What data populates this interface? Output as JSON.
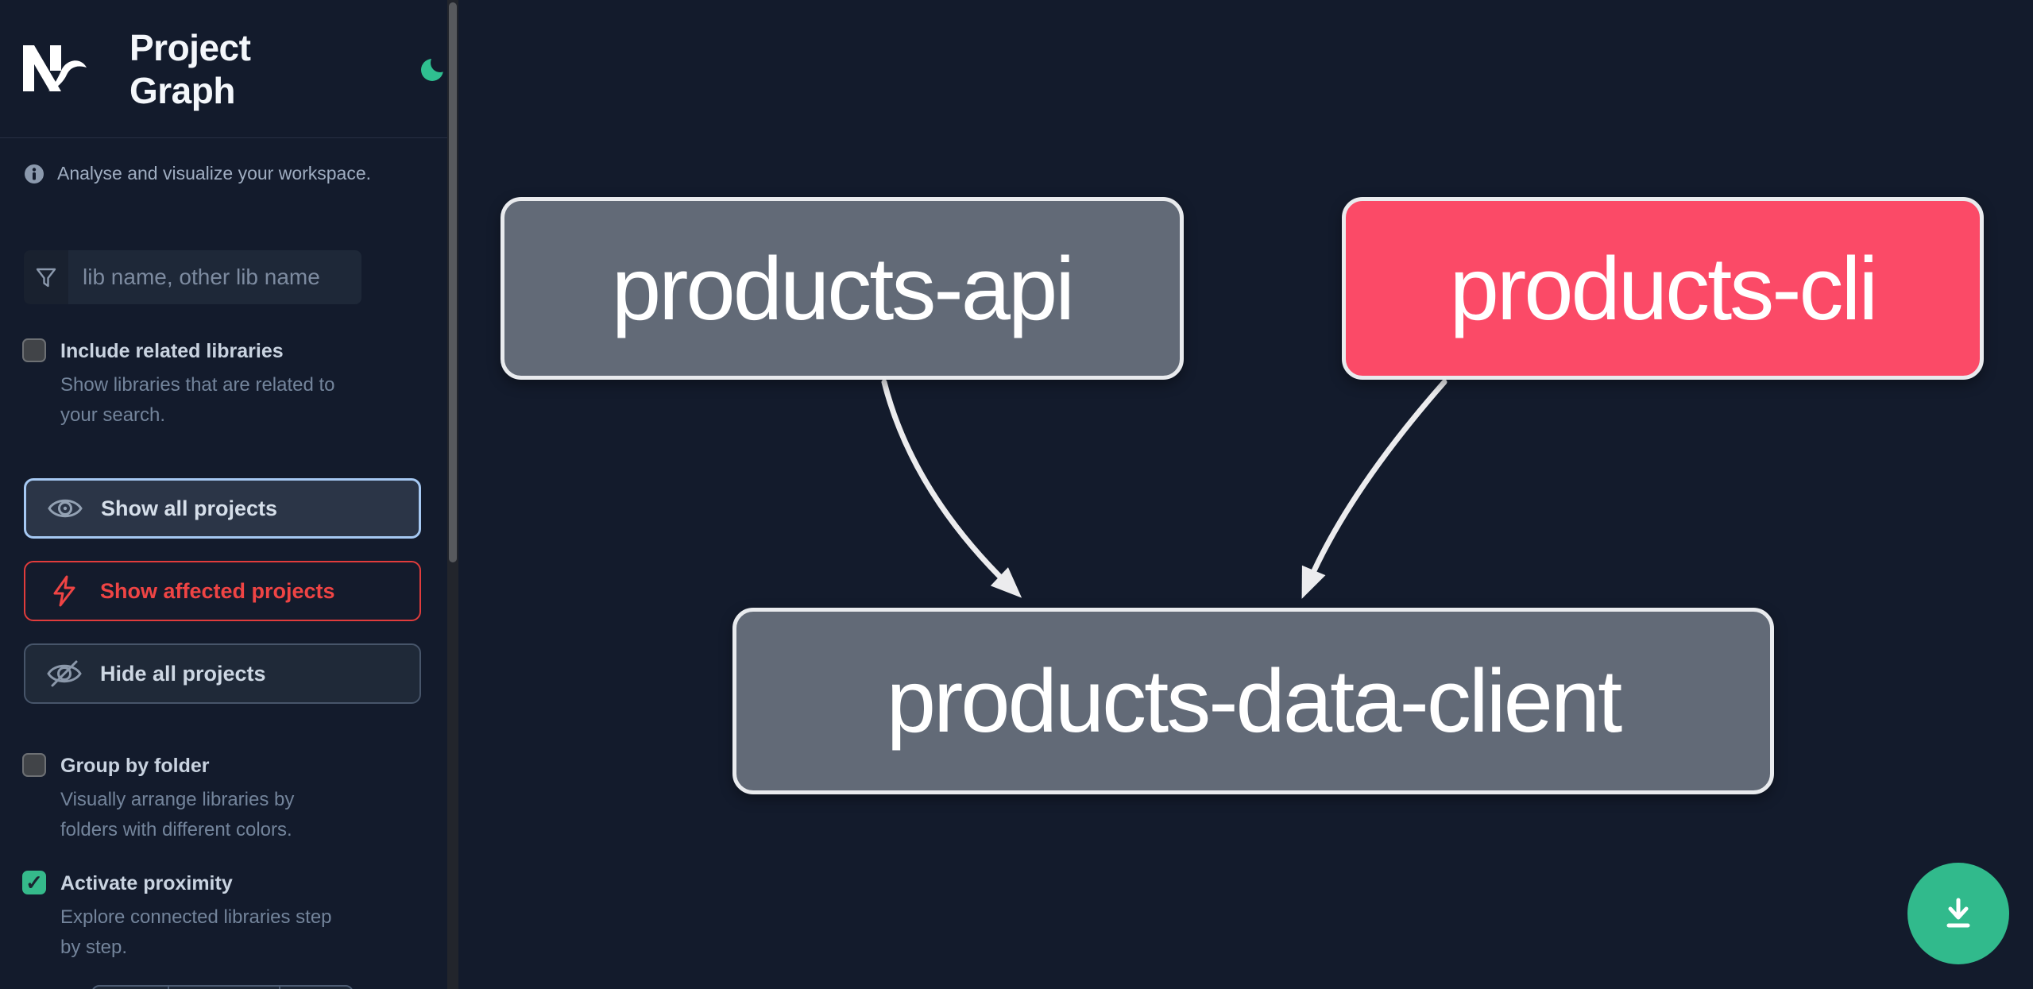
{
  "app": {
    "name": "Nx",
    "title": "Project Graph"
  },
  "sidebar": {
    "tagline": "Analyse and visualize your workspace.",
    "search_placeholder": "lib name, other lib name",
    "include_related": {
      "label": "Include related libraries",
      "description_lines": [
        "Show libraries that are related to",
        "your search."
      ],
      "checked": false
    },
    "actions": {
      "show_all": "Show all projects",
      "show_affected": "Show affected projects",
      "hide_all": "Hide all projects"
    },
    "group_by_folder": {
      "label": "Group by folder",
      "description_lines": [
        "Visually arrange libraries by",
        "folders with different colors."
      ],
      "checked": false
    },
    "activate_proximity": {
      "label": "Activate proximity",
      "description_lines": [
        "Explore connected libraries step",
        "by step."
      ],
      "checked": true
    }
  },
  "graph": {
    "nodes": [
      {
        "label": "products-api",
        "state": "default"
      },
      {
        "label": "products-cli",
        "state": "affected"
      },
      {
        "label": "products-data-client",
        "state": "default"
      }
    ],
    "edges": [
      {
        "from": "products-api",
        "to": "products-data-client"
      },
      {
        "from": "products-cli",
        "to": "products-data-client"
      }
    ],
    "checkmark": "✓"
  },
  "colors": {
    "background": "#131b2c",
    "node_default": "#626a77",
    "node_affected": "#fb4a67",
    "node_border": "#e9ebee",
    "edge": "#ececee",
    "accent_green": "#35ba8b",
    "focus_border": "#a6c9f3",
    "alert_red": "#ef4444",
    "download_button": "#31ba8c"
  }
}
